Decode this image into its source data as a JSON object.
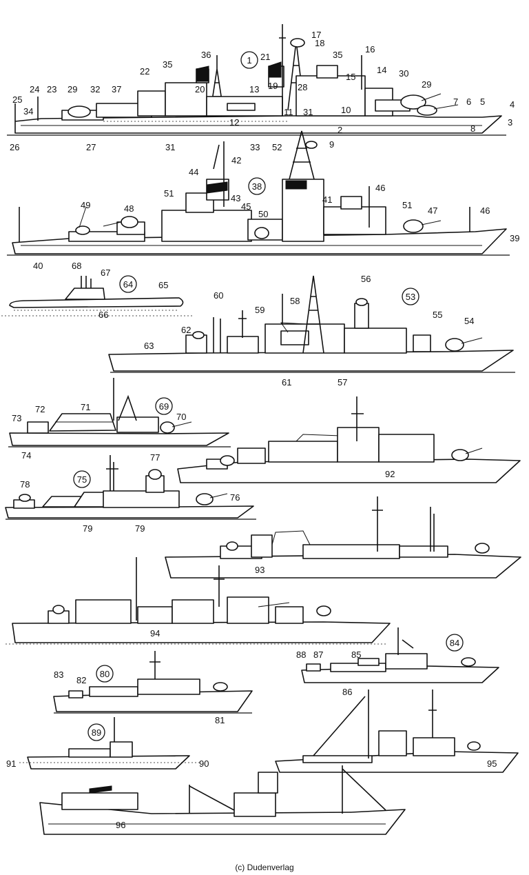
{
  "credit": "(c) Dudenverlag",
  "callouts": {
    "c1": "1",
    "c38": "38",
    "c53": "53",
    "c64": "64",
    "c69": "69",
    "c75": "75",
    "c80": "80",
    "c84": "84",
    "c89": "89"
  },
  "labels": {
    "l2": "2",
    "l3": "3",
    "l4": "4",
    "l5": "5",
    "l6": "6",
    "l7": "7",
    "l8": "8",
    "l9": "9",
    "l10": "10",
    "l11": "11",
    "l12": "12",
    "l13": "13",
    "l14": "14",
    "l15": "15",
    "l16": "16",
    "l17": "17",
    "l18": "18",
    "l19": "19",
    "l20": "20",
    "l21": "21",
    "l22": "22",
    "l23": "23",
    "l24": "24",
    "l25": "25",
    "l26": "26",
    "l27": "27",
    "l28": "28",
    "l29a": "29",
    "l29b": "29",
    "l30": "30",
    "l31a": "31",
    "l31b": "31",
    "l32": "32",
    "l33": "33",
    "l34": "34",
    "l35a": "35",
    "l35b": "35",
    "l36": "36",
    "l37": "37",
    "l39": "39",
    "l40": "40",
    "l41": "41",
    "l42": "42",
    "l43": "43",
    "l44": "44",
    "l45": "45",
    "l46a": "46",
    "l46b": "46",
    "l47": "47",
    "l48": "48",
    "l49": "49",
    "l50": "50",
    "l51a": "51",
    "l51b": "51",
    "l52": "52",
    "l54": "54",
    "l55": "55",
    "l56": "56",
    "l57": "57",
    "l58": "58",
    "l59": "59",
    "l60": "60",
    "l61": "61",
    "l62": "62",
    "l63": "63",
    "l65": "65",
    "l66": "66",
    "l67": "67",
    "l68": "68",
    "l70": "70",
    "l71": "71",
    "l72": "72",
    "l73": "73",
    "l74": "74",
    "l76": "76",
    "l77": "77",
    "l78": "78",
    "l79a": "79",
    "l79b": "79",
    "l81": "81",
    "l82": "82",
    "l83": "83",
    "l85": "85",
    "l86": "86",
    "l87": "87",
    "l88": "88",
    "l90": "90",
    "l91": "91",
    "l92": "92",
    "l93": "93",
    "l94": "94",
    "l95": "95",
    "l96": "96"
  }
}
